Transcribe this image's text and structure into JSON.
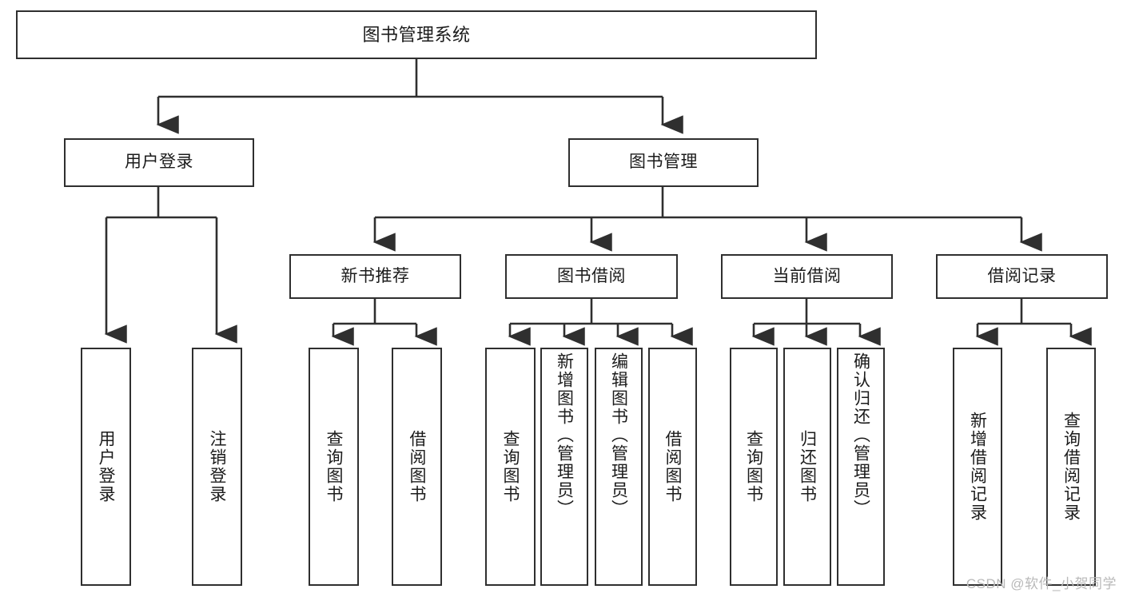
{
  "diagram": {
    "type": "tree-hierarchy",
    "title": "图书管理系统",
    "watermark": "CSDN @软件_小贺同学",
    "colors": {
      "stroke": "#2f2f2f",
      "fill": "#ffffff",
      "text": "#1b1b1b",
      "watermark": "#b9b9b9"
    },
    "nodes": {
      "root": {
        "label": "图书管理系统"
      },
      "level1": [
        {
          "id": "user-login",
          "label": "用户登录"
        },
        {
          "id": "book-management",
          "label": "图书管理"
        }
      ],
      "level2": [
        {
          "id": "new-book-recommend",
          "label": "新书推荐"
        },
        {
          "id": "book-borrow",
          "label": "图书借阅"
        },
        {
          "id": "current-borrow",
          "label": "当前借阅"
        },
        {
          "id": "borrow-record",
          "label": "借阅记录"
        }
      ],
      "leaves": {
        "user_login": [
          {
            "id": "leaf-user-login",
            "label": "用户登录"
          },
          {
            "id": "leaf-logout-login",
            "label": "注销登录"
          }
        ],
        "new_book_recommend": [
          {
            "id": "leaf-query-book-1",
            "label": "查询图书"
          },
          {
            "id": "leaf-borrow-book-1",
            "label": "借阅图书"
          }
        ],
        "book_borrow": [
          {
            "id": "leaf-query-book-2",
            "label": "查询图书"
          },
          {
            "id": "leaf-add-book",
            "label": "新增图书（管理员）"
          },
          {
            "id": "leaf-edit-book",
            "label": "编辑图书（管理员）"
          },
          {
            "id": "leaf-borrow-book-2",
            "label": "借阅图书"
          }
        ],
        "current_borrow": [
          {
            "id": "leaf-query-book-3",
            "label": "查询图书"
          },
          {
            "id": "leaf-return-book",
            "label": "归还图书"
          },
          {
            "id": "leaf-confirm-return",
            "label": "确认归还（管理员）"
          }
        ],
        "borrow_record": [
          {
            "id": "leaf-add-record",
            "label": "新增借阅记录"
          },
          {
            "id": "leaf-query-record",
            "label": "查询借阅记录"
          }
        ]
      }
    }
  }
}
